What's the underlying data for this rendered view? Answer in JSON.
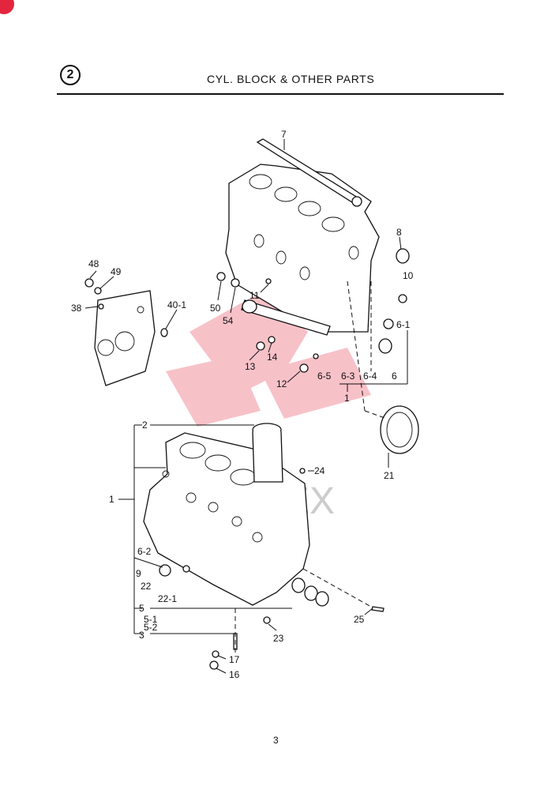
{
  "header": {
    "section_number": "2",
    "title": "CYL. BLOCK & OTHER PARTS"
  },
  "watermark": {
    "text": "EX",
    "color": "#e3263d"
  },
  "callouts": {
    "c7": "7",
    "c8": "8",
    "c10": "10",
    "c48": "48",
    "c49": "49",
    "c38": "38",
    "c40_1": "40-1",
    "c50": "50",
    "c54": "54",
    "c11": "11",
    "c6_1": "6-1",
    "c13": "13",
    "c14": "14",
    "c12": "12",
    "c6_5": "6-5",
    "c6_3": "6-3",
    "c6_4": "6-4",
    "c6": "6",
    "c1_top": "1",
    "c21": "21",
    "c2": "2",
    "c24": "24",
    "c1": "1",
    "c6_2": "6-2",
    "c9": "9",
    "c22": "22",
    "c22_1": "22-1",
    "c5": "5",
    "c5_1": "5-1",
    "c5_2": "5-2",
    "c3": "3",
    "c25": "25",
    "c23": "23",
    "c17": "17",
    "c16": "16"
  },
  "footer": {
    "page_number": "3"
  }
}
